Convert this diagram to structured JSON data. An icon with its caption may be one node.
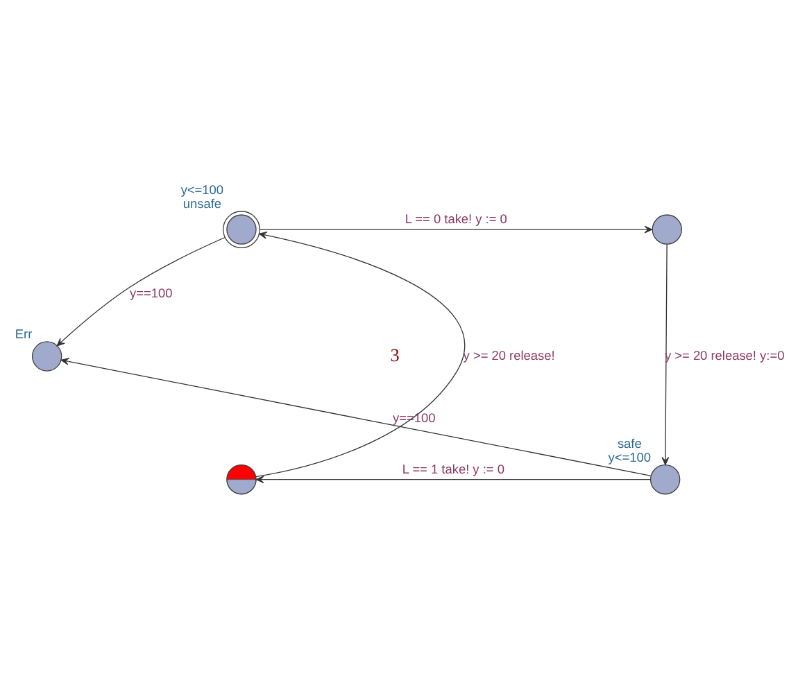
{
  "diagram": {
    "nodes": [
      {
        "text": [],
        "shape": "circle",
        "beside": [
          "y<=100",
          "unsafe"
        ]
      },
      {
        "text": [],
        "shape": "circle"
      },
      {
        "text": [],
        "shape": "circle",
        "beside": [
          "Err"
        ]
      },
      {
        "text": [],
        "shape": "circle",
        "beside": [
          "safe",
          "y<=100"
        ]
      },
      {
        "text": [],
        "shape": "circle"
      }
    ],
    "edges": [
      {
        "from": 0,
        "to": 1,
        "arrow": "to",
        "label": "L == 0 take! y := 0"
      },
      {
        "from": 1,
        "to": 3,
        "arrow": "to",
        "label": "y >= 20 release! y:=0"
      },
      {
        "from": 3,
        "to": 4,
        "arrow": "to",
        "label": "L == 1 take! y := 0"
      },
      {
        "from": 4,
        "to": 0,
        "arrow": "to",
        "label": "y >= 20 release!"
      },
      {
        "from": 0,
        "to": 2,
        "arrow": "to",
        "label": "y==100"
      },
      {
        "from": 3,
        "to": 2,
        "arrow": "to",
        "label": "y==100"
      }
    ],
    "labels": [
      "3"
    ]
  }
}
